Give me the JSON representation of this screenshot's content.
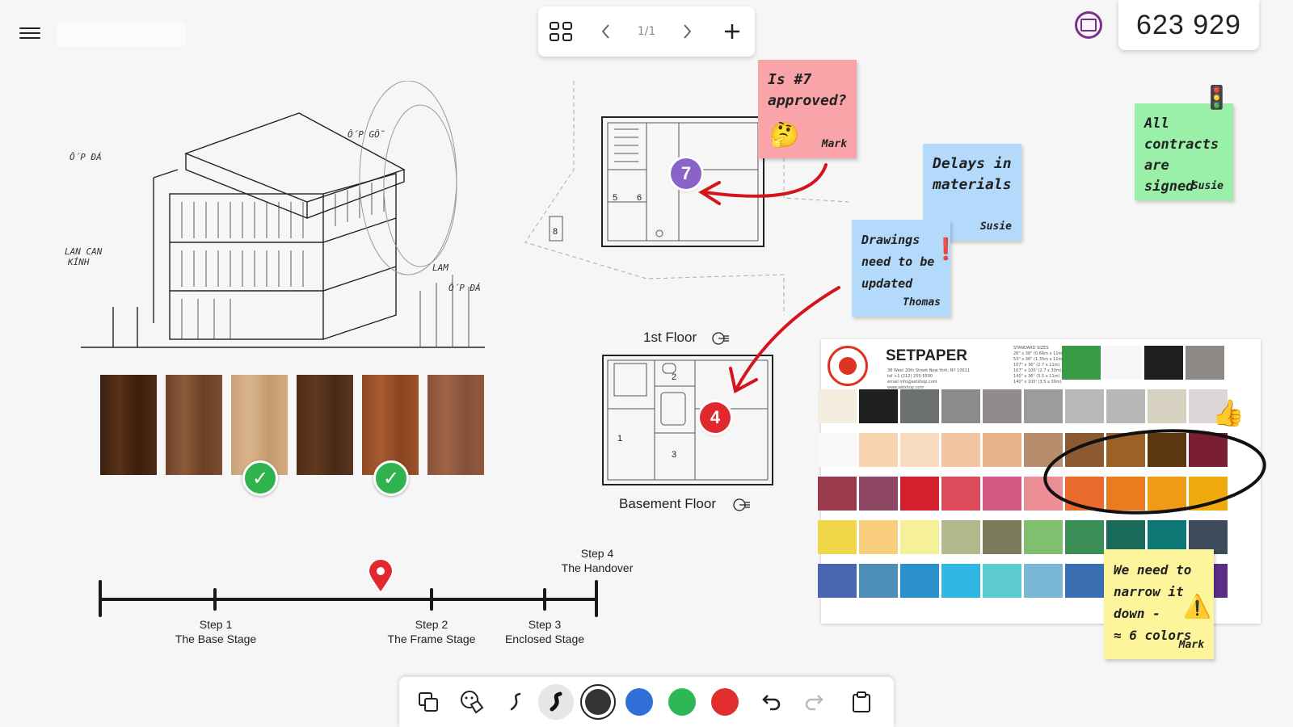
{
  "header": {
    "page_indicator": "1/1",
    "session_code": "623 929"
  },
  "icons": {
    "menu": "hamburger-icon",
    "pages": "grid-icon",
    "prev": "chevron-left-icon",
    "next": "chevron-right-icon",
    "add": "plus-icon",
    "presenter": "presenter-icon"
  },
  "sketch": {
    "annotations": [
      "ỐP ĐÁ",
      "ỐP GỖ",
      "LAN CAN KÍNH",
      "LAM",
      "ỐP ĐÁ"
    ]
  },
  "floor_plans": {
    "first_floor_label": "1st Floor",
    "basement_label": "Basement Floor",
    "room_numbers_first": [
      "5",
      "6",
      "8"
    ],
    "room_numbers_basement": [
      "1",
      "2",
      "3"
    ],
    "marker_purple": "7",
    "marker_red": "4"
  },
  "stickies": {
    "approved": {
      "text": "Is #7\napproved?",
      "author": "Mark",
      "emoji": "🤔"
    },
    "delays": {
      "text": "Delays in\nmaterials",
      "author": "Susie"
    },
    "drawings": {
      "text": "Drawings\nneed to be\nupdated",
      "author": "Thomas",
      "emoji": "❗"
    },
    "contracts": {
      "text": "All\ncontracts\nare signed",
      "author": "Susie",
      "emoji": "🚦"
    },
    "narrow": {
      "text": "We need to\nnarrow it\ndown -\n≈ 6 colors",
      "author": "Mark",
      "emoji": "⚠️"
    }
  },
  "timeline": {
    "steps": [
      {
        "title": "Step 1",
        "subtitle": "The Base Stage"
      },
      {
        "title": "Step 2",
        "subtitle": "The Frame Stage"
      },
      {
        "title": "Step 3",
        "subtitle": "Enclosed Stage"
      },
      {
        "title": "Step 4",
        "subtitle": "The Handover"
      }
    ]
  },
  "swatch_card": {
    "brand": "SETPAPER",
    "address": "38 West 20th Street New York, NY 10011\ntel +1 (212) 255-5500\nemail info@setshop.com\nwww.setshop.com",
    "standard_sizes": "STANDARD SIZES\n26\" x 36\" (0.66m x 11m)\n53\" x 36\" (1.35m x 11m)\n107\" x 36\" (2.7 x 11m)\n107\" x 100' (2.7 x 30m)\n140\" x 36\" (3.5 x 11m)\n140\" x 100' (3.5 x 30m)",
    "colors_row0": [
      "#3a9a45",
      "#f6f6f6",
      "#1e1e1e",
      "#8d8a85"
    ],
    "colors_row1": [
      "#f5ede0",
      "#1f1f1f",
      "#6c706e",
      "#8a8b8a",
      "#908c8e",
      "#9a9c9e",
      "#b8b9b8",
      "#b7b8b6",
      "#d5d0bf",
      "#ddd6d6"
    ],
    "colors_row2": [
      "#f9f9f7",
      "#f8d4b0",
      "#f9dcc0",
      "#f2c5a0",
      "#e9b389",
      "#b88d6e",
      "#8b5a33",
      "#9c6124",
      "#5c3610",
      "#7a1e33"
    ],
    "colors_row3": [
      "#9b3a4a",
      "#8e4863",
      "#d31f2e",
      "#dd4b5a",
      "#d35a84",
      "#ec8e95",
      "#e96a2a",
      "#ea7c1f",
      "#ef9b16",
      "#f1aa0e"
    ],
    "colors_row4": [
      "#f0d74a",
      "#f8cd7c",
      "#f6f09a",
      "#b4b98b",
      "#7b7b5c",
      "#7fbf6e",
      "#3c8e57",
      "#1a6b5a",
      "#0c7774",
      "#3d4b5c"
    ],
    "colors_row5": [
      "#4b66b0",
      "#4d8fb7",
      "#2b91cc",
      "#31b7e4",
      "#5ccbd1",
      "#7bb7d6",
      "#3b6fb4",
      "#2c5a9c",
      "#3e3c8d",
      "#5c2e8a"
    ]
  },
  "toolbar": {
    "tools": [
      "copy-icon",
      "stickers-icon",
      "pen-thin-icon",
      "pen-thick-icon"
    ],
    "colors": [
      "#333333",
      "#2f6fd6",
      "#2db855",
      "#e02d2d"
    ],
    "undo": "undo-icon",
    "redo": "redo-icon",
    "clipboard": "clipboard-icon"
  }
}
